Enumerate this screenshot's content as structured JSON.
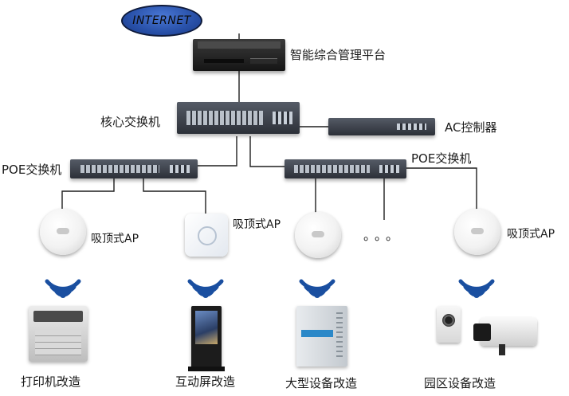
{
  "internet": {
    "label": "INTERNET"
  },
  "platform": {
    "label": "智能综合管理平台"
  },
  "core_switch": {
    "label": "核心交换机"
  },
  "ac_controller": {
    "label": "AC控制器"
  },
  "poe_left": {
    "label": "POE交换机"
  },
  "poe_right": {
    "label": "POE交换机"
  },
  "aps": [
    {
      "label": "吸顶式AP"
    },
    {
      "label": "吸顶式AP"
    },
    {
      "label": "吸顶式AP"
    }
  ],
  "ellipsis": "。。。",
  "devices": [
    {
      "label": "打印机改造",
      "icon": "printer-icon"
    },
    {
      "label": "互动屏改造",
      "icon": "kiosk-icon"
    },
    {
      "label": "大型设备改造",
      "icon": "equipment-cabinet-icon"
    },
    {
      "label": "园区设备改造",
      "icon": "camera-icon"
    }
  ],
  "colors": {
    "wire": "#1f1f1f",
    "wifi": "#1a4fa0",
    "cloud": "#2850a8"
  }
}
